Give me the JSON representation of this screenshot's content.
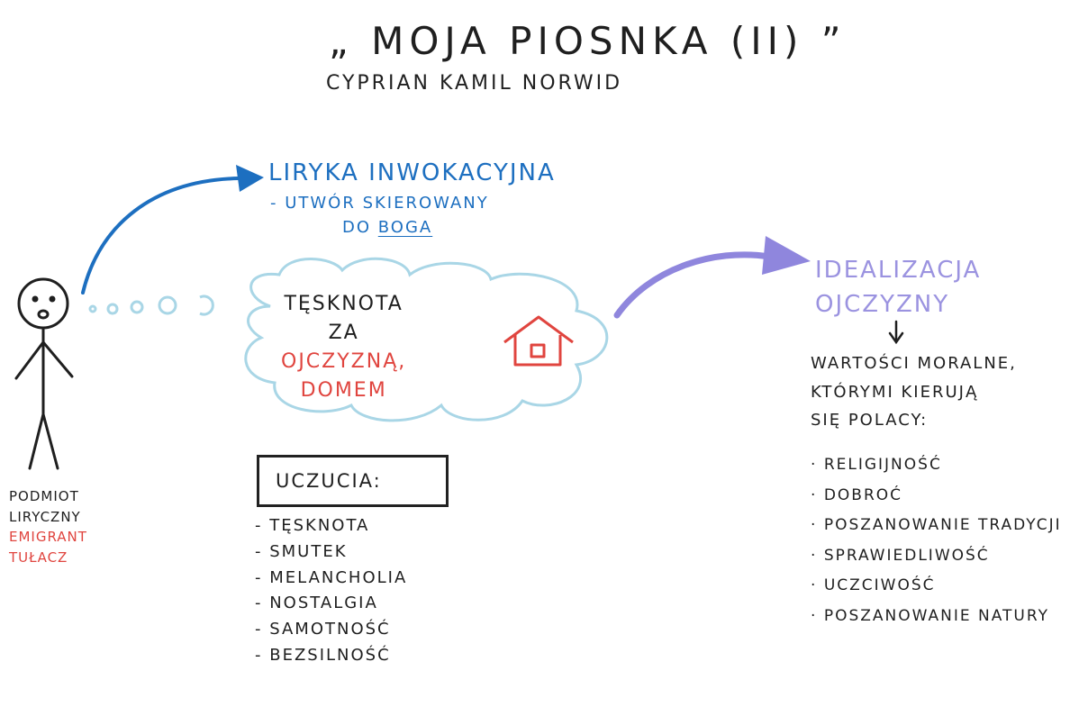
{
  "title": "„ MOJA PIOSNKA (II) ”",
  "author": "CYPRIAN KAMIL NORWID",
  "liryka": {
    "heading": "LIRYKA INWOKACYJNA",
    "line1": "- UTWÓR SKIEROWANY",
    "line2_prefix": "DO",
    "line2_emph": "BOGA"
  },
  "cloud": {
    "line1": "TĘSKNOTA",
    "line2": "ZA",
    "line3": "OJCZYZNĄ,",
    "line4": "DOMEM"
  },
  "idealizacja": {
    "line1": "IDEALIZACJA",
    "line2": "OJCZYZNY"
  },
  "values": {
    "heading_line1": "WARTOŚCI MORALNE,",
    "heading_line2": "KTÓRYMI KIERUJĄ",
    "heading_line3": "SIĘ POLACY:",
    "items": [
      "RELIGIJNOŚĆ",
      "DOBROĆ",
      "POSZANOWANIE TRADYCJI",
      "SPRAWIEDLIWOŚĆ",
      "UCZCIWOŚĆ",
      "POSZANOWANIE NATURY"
    ]
  },
  "uczucia": {
    "label": "UCZUCIA:",
    "items": [
      "TĘSKNOTA",
      "SMUTEK",
      "MELANCHOLIA",
      "NOSTALGIA",
      "SAMOTNOŚĆ",
      "BEZSILNOŚĆ"
    ]
  },
  "podmiot": {
    "line1": "PODMIOT",
    "line2": "LIRYCZNY",
    "line3": "EMIGRANT",
    "line4": "TUŁACZ"
  },
  "colors": {
    "ink": "#1f1f1f",
    "red": "#e0453f",
    "blue": "#1d6fc0",
    "violet": "#9b93e0",
    "cloud": "#a9d6e6"
  }
}
